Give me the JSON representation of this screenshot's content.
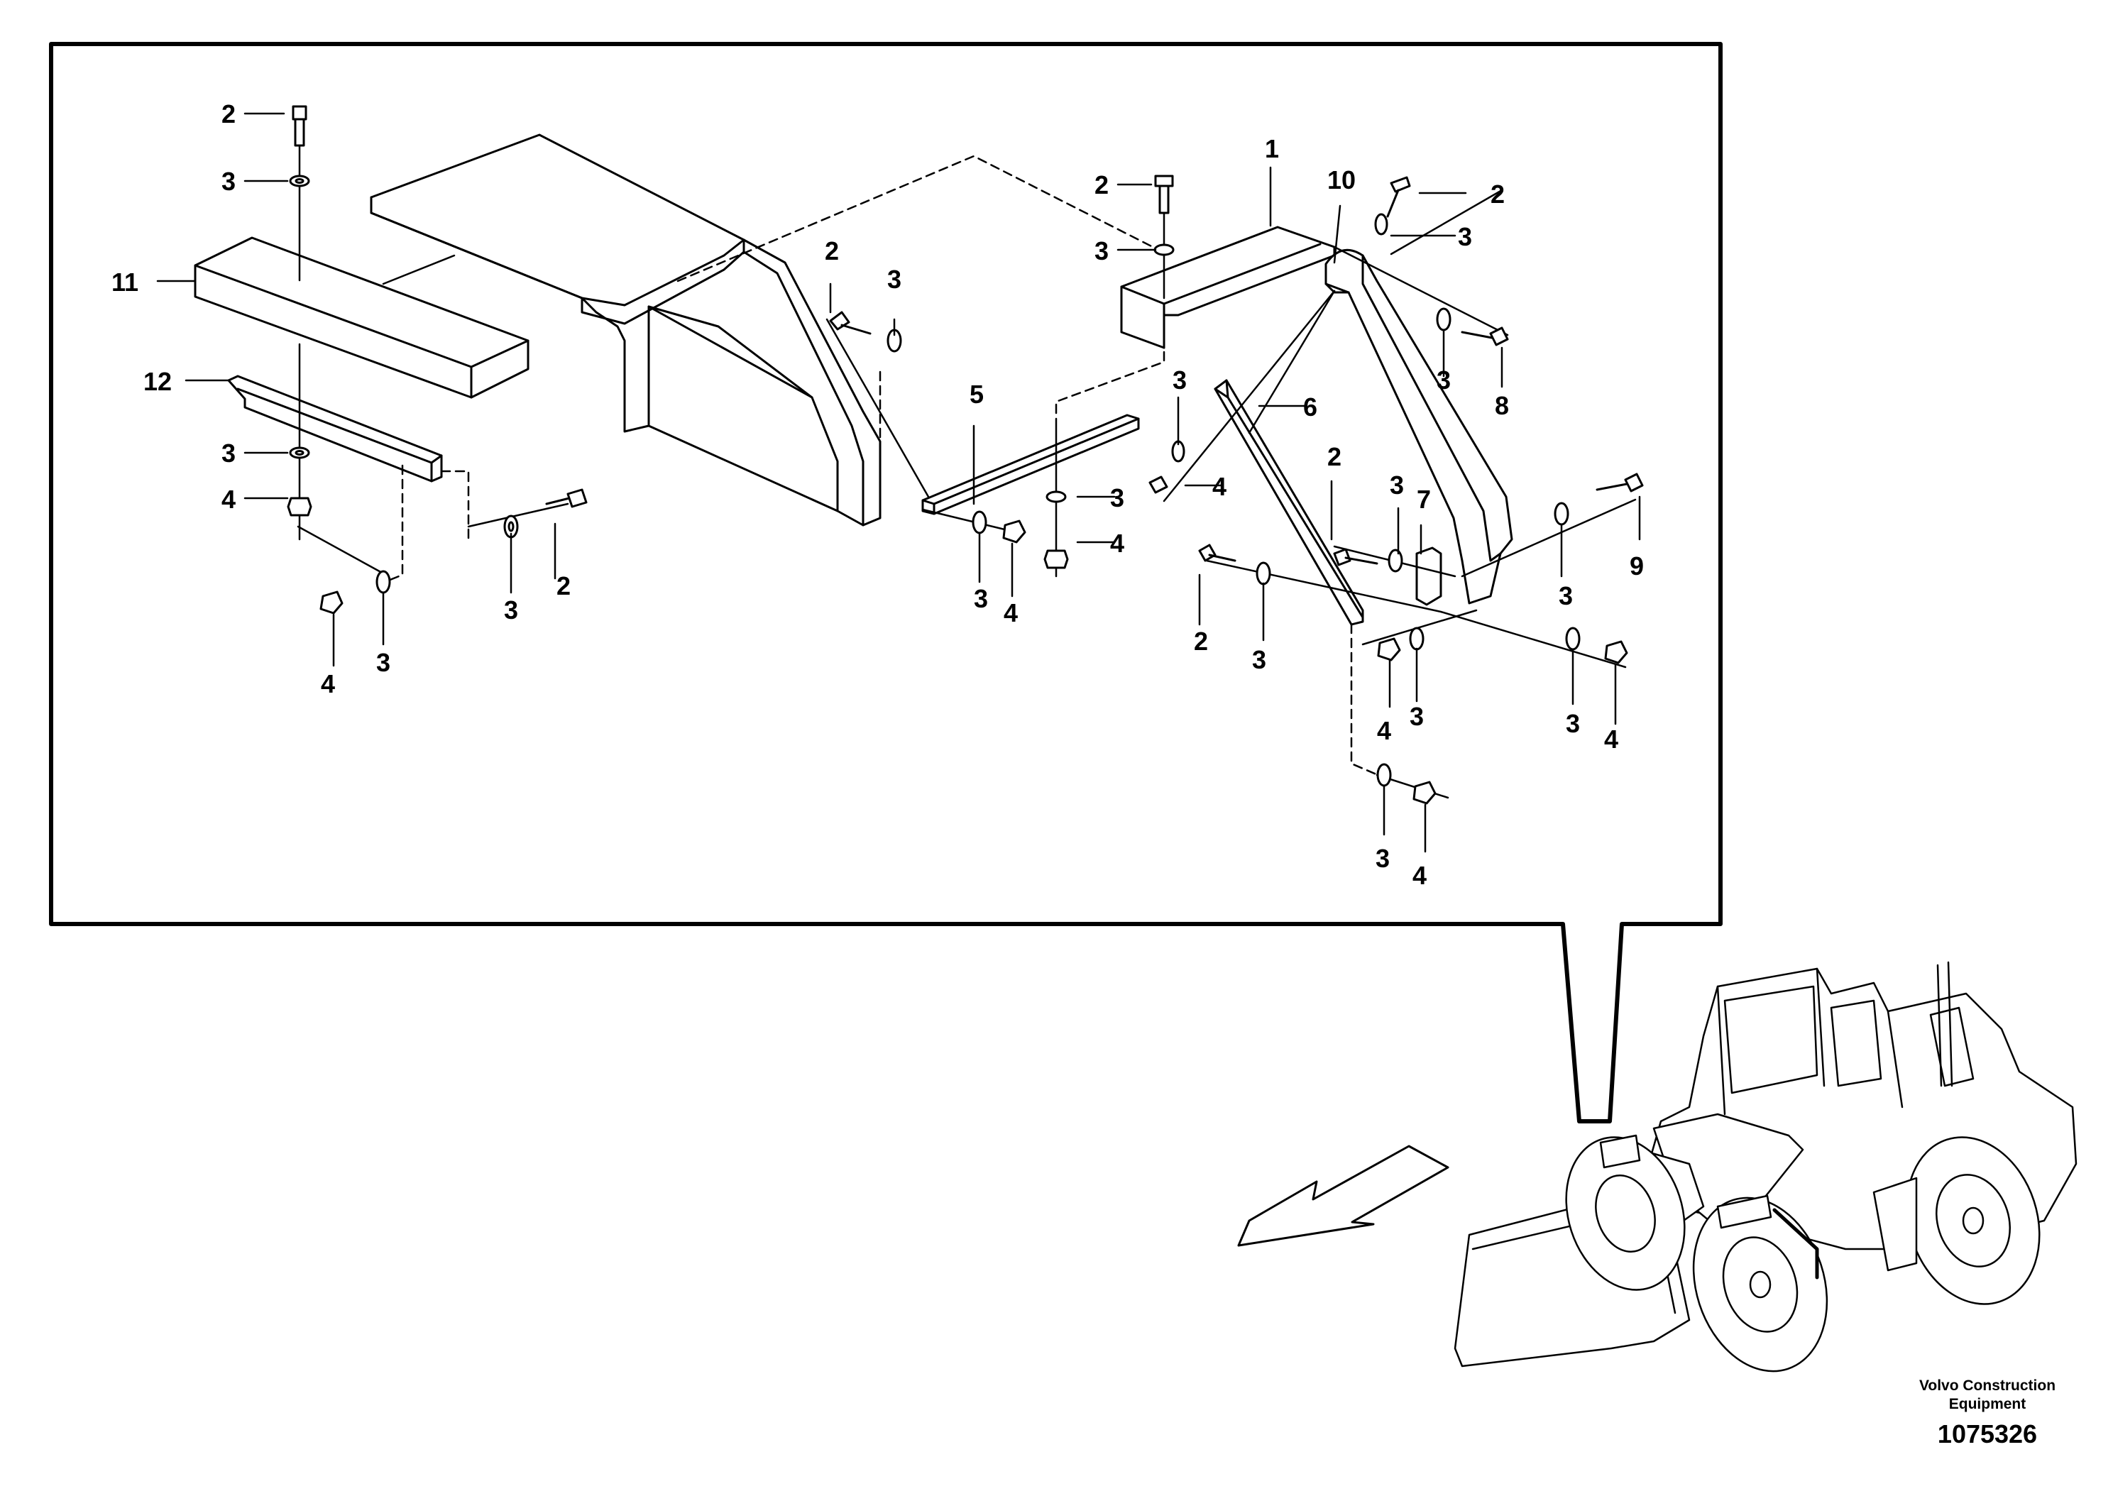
{
  "callouts": {
    "c2a": "2",
    "c3a": "3",
    "c11": "11",
    "c12": "12",
    "c3b": "3",
    "c4a": "4",
    "c3c": "3",
    "c2b": "2",
    "c4b": "4",
    "c3d": "3",
    "c2c": "2",
    "c3e": "3",
    "c5": "5",
    "c3f": "3",
    "c4c": "4",
    "c3g": "3",
    "c4d": "4",
    "c2d": "2",
    "c3h": "3",
    "c1": "1",
    "c10": "10",
    "c2e": "2",
    "c3i": "3",
    "c3j": "3",
    "c8": "8",
    "c6": "6",
    "c3k": "3",
    "c4e": "4",
    "c2f": "2",
    "c3l": "3",
    "c7": "7",
    "c2g": "2",
    "c3m": "3",
    "c9": "9",
    "c3n": "3",
    "c4f": "4",
    "c3o": "3",
    "c3p": "3",
    "c4g": "4",
    "c3q": "3",
    "c4h": "4"
  },
  "footer": {
    "brand_line1": "Volvo Construction",
    "brand_line2": "Equipment",
    "figure_number": "1075326"
  }
}
